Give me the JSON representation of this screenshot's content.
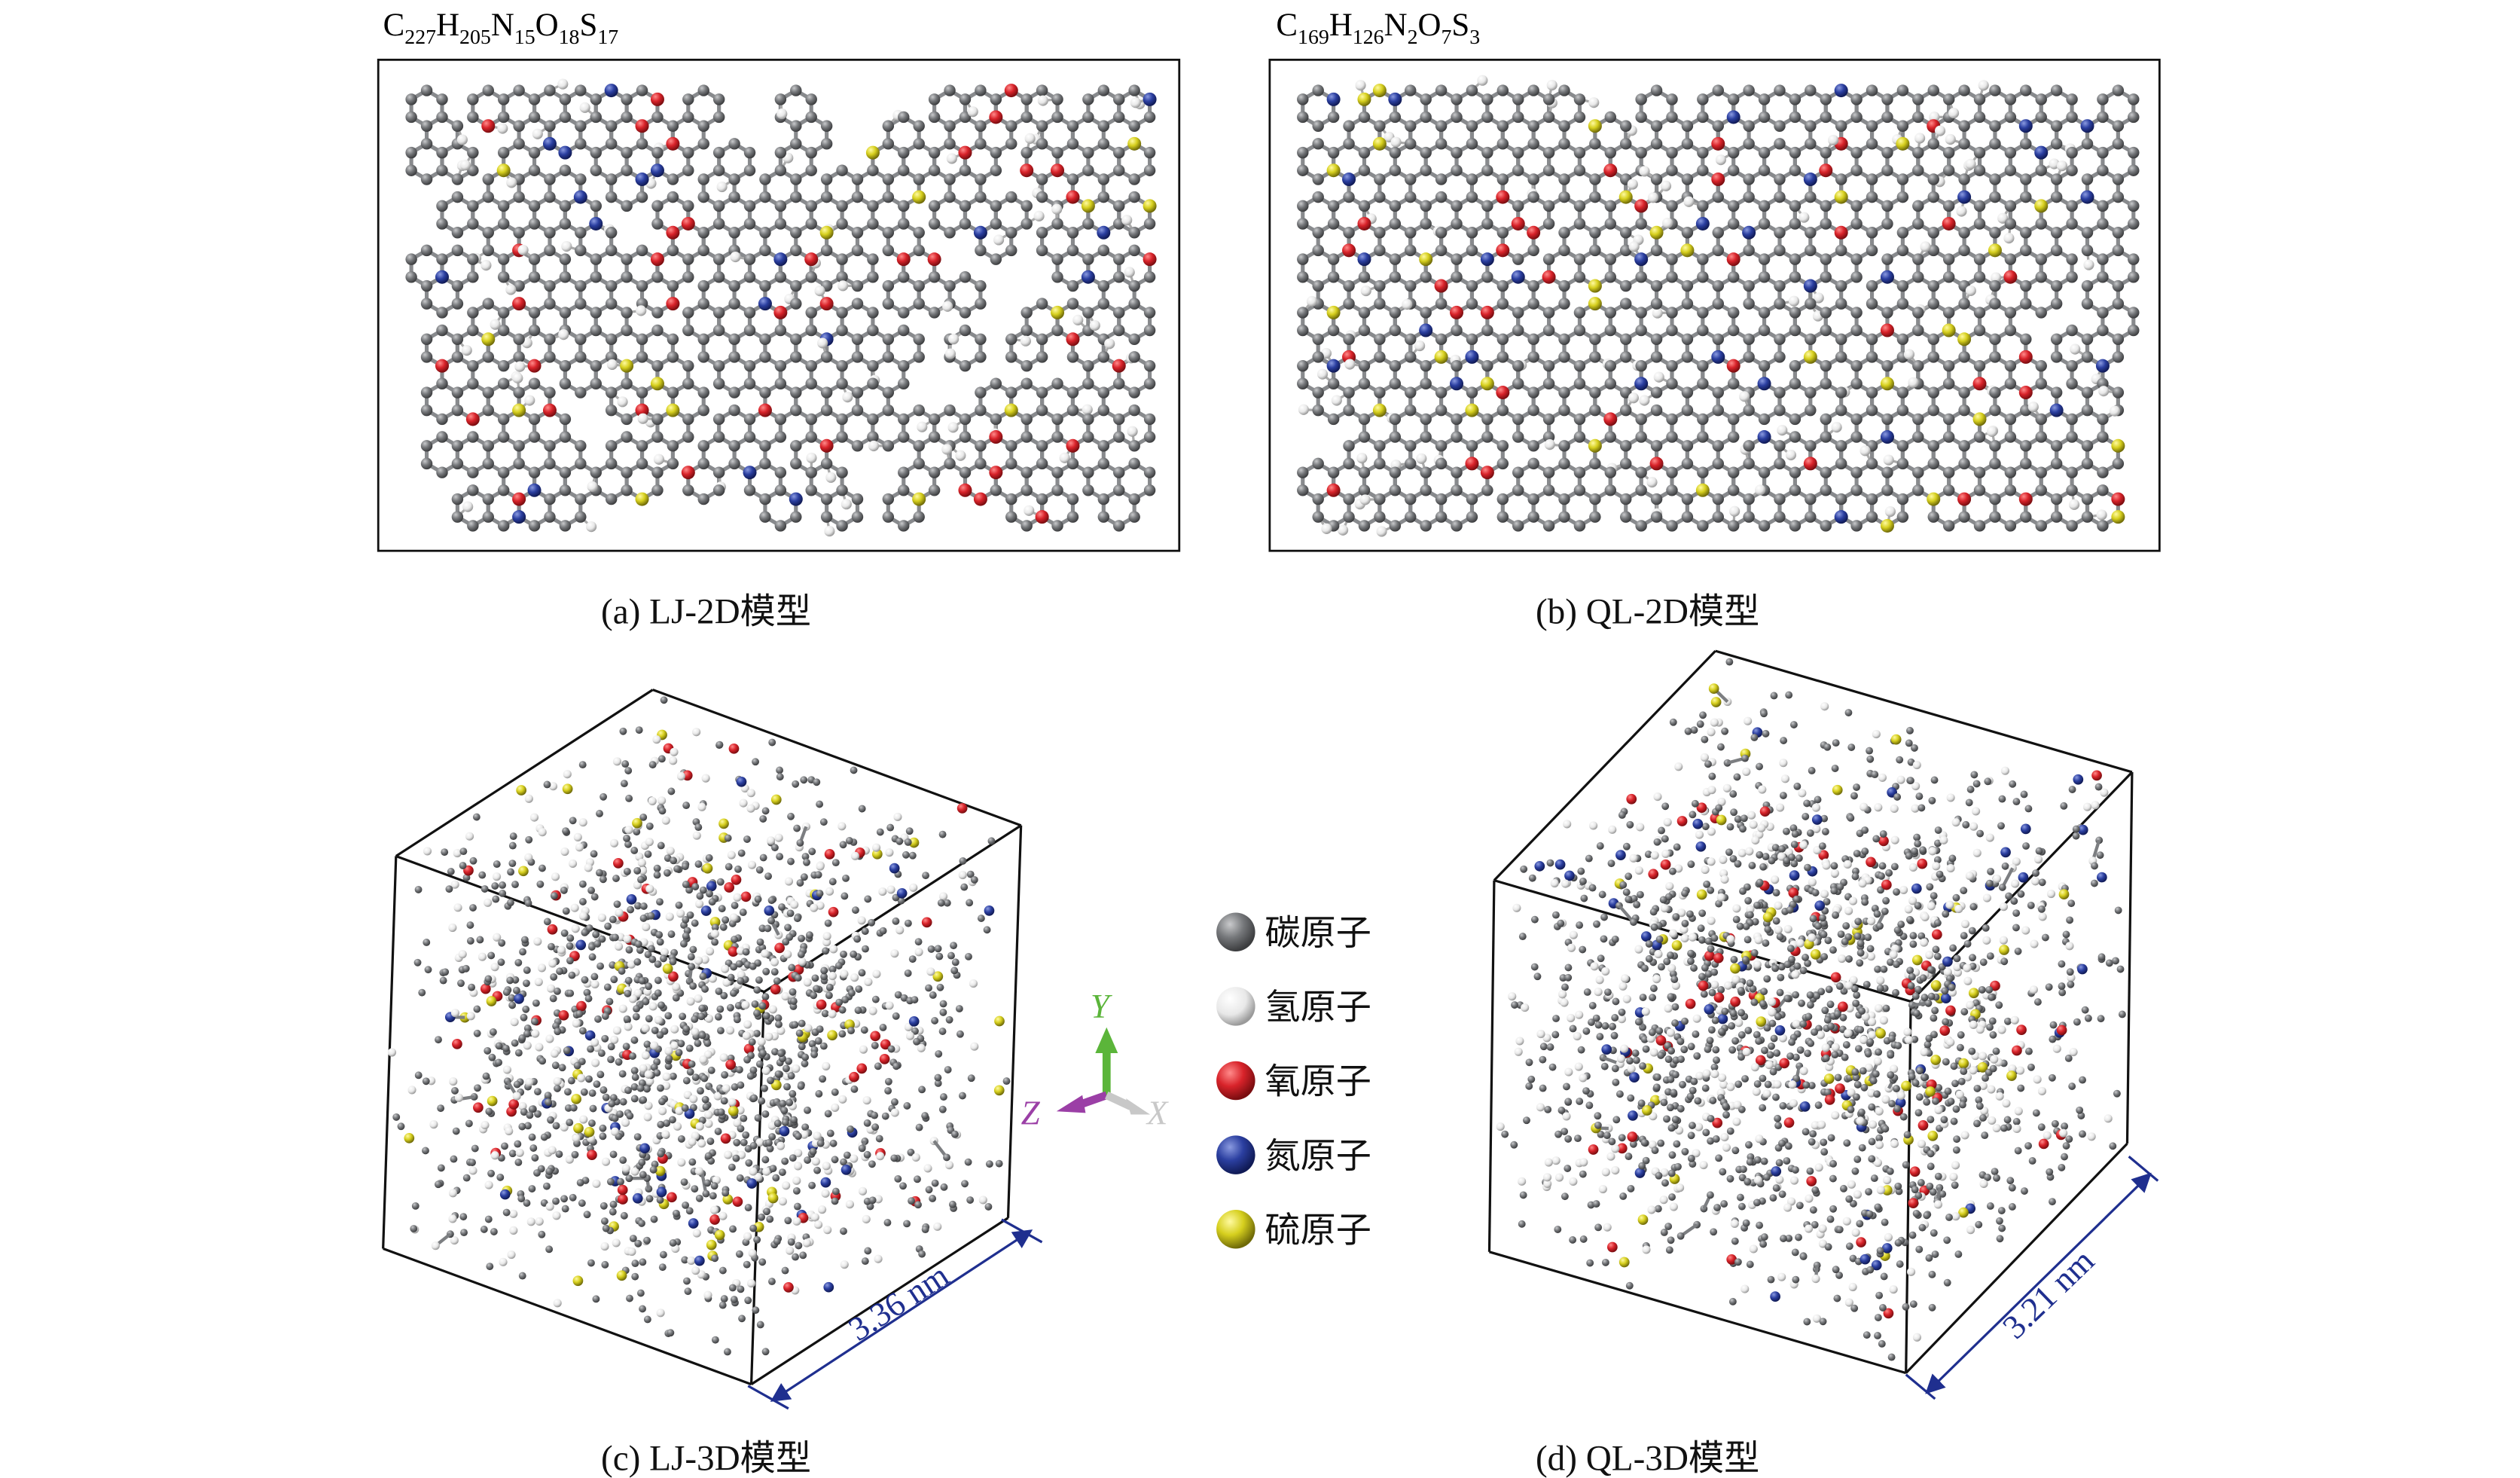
{
  "panels": {
    "a": {
      "caption": "(a) LJ-2D模型",
      "formula": [
        {
          "el": "C",
          "n": "227"
        },
        {
          "el": "H",
          "n": "205"
        },
        {
          "el": "N",
          "n": "15"
        },
        {
          "el": "O",
          "n": "18"
        },
        {
          "el": "S",
          "n": "17"
        }
      ]
    },
    "b": {
      "caption": "(b) QL-2D模型",
      "formula": [
        {
          "el": "C",
          "n": "169"
        },
        {
          "el": "H",
          "n": "126"
        },
        {
          "el": "N",
          "n": "2"
        },
        {
          "el": "O",
          "n": "7"
        },
        {
          "el": "S",
          "n": "3"
        }
      ]
    },
    "c": {
      "caption": "(c) LJ-3D模型",
      "dimension": "3.36 nm"
    },
    "d": {
      "caption": "(d) QL-3D模型",
      "dimension": "3.21 nm"
    }
  },
  "axes": {
    "x": "X",
    "y": "Y",
    "z": "Z",
    "colors": {
      "x": "#c8c8c8",
      "y": "#5bb53a",
      "z": "#9b3fa6"
    }
  },
  "legend": [
    {
      "label": "碳原子",
      "color": "#707275"
    },
    {
      "label": "氢原子",
      "color": "#f2f2f2"
    },
    {
      "label": "氧原子",
      "color": "#d8232a"
    },
    {
      "label": "氮原子",
      "color": "#2b3fa0"
    },
    {
      "label": "硫原子",
      "color": "#d6cf1e"
    }
  ],
  "colors": {
    "dimension": "#1f2f8f",
    "carbon": "#707275",
    "hydrogen": "#f2f2f2",
    "oxygen": "#d8232a",
    "nitrogen": "#2b3fa0",
    "sulfur": "#d6cf1e"
  }
}
